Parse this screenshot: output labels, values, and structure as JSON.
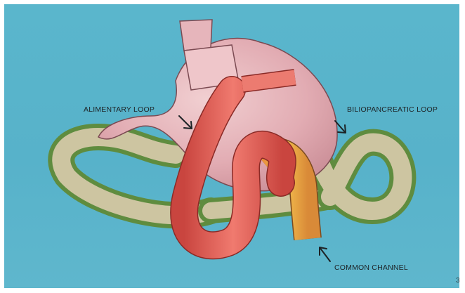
{
  "labels": {
    "alimentary_loop": "ALIMENTARY LOOP",
    "biliopancreatic_loop": "BILIOPANCREATIC LOOP",
    "common_channel": "COMMON CHANNEL"
  },
  "page_number": "3",
  "colors": {
    "background": "#57b2ca",
    "stomach": "#e3b0b6",
    "alimentary_loop": "#e8645c",
    "biliopancreatic_loop": "#c9c19a",
    "biliopancreatic_edge": "#6e9b4a",
    "common_channel": "#e7a53c"
  }
}
